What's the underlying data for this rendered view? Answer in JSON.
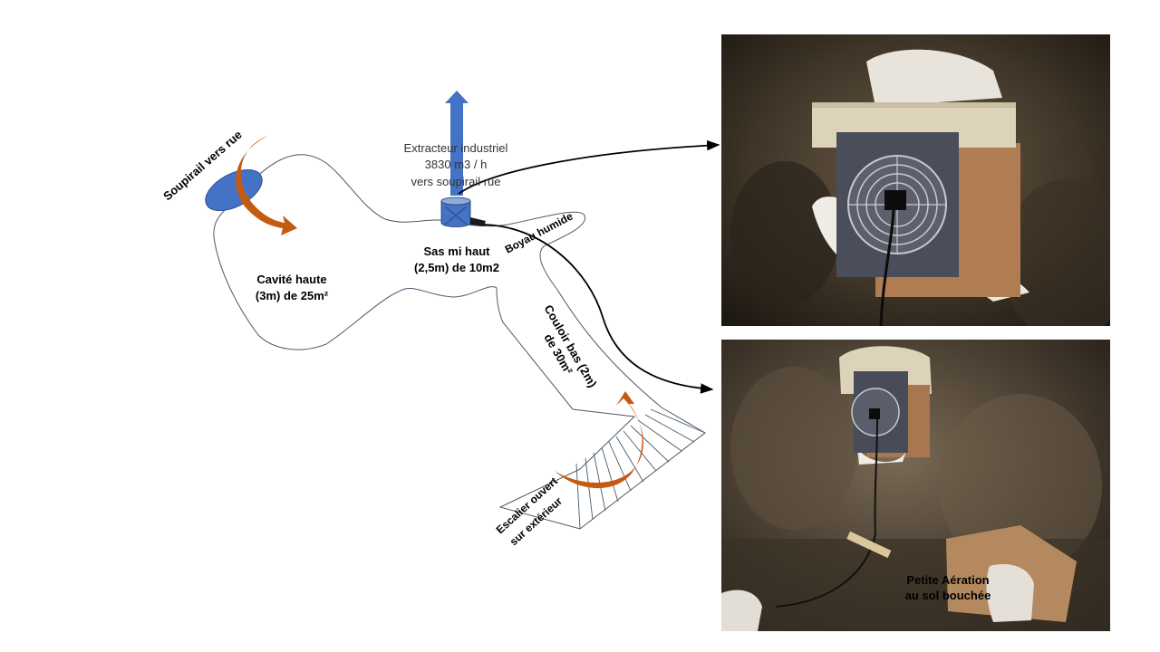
{
  "labels": {
    "soupirail": "Soupirail vers rue",
    "extracteur_line1": "Extracteur industriel",
    "extracteur_line2": "3830 m3 / h",
    "extracteur_line3": "vers soupirail rue",
    "cavite_line1": "Cavité haute",
    "cavite_line2": "(3m) de 25m²",
    "sas_line1": "Sas mi haut",
    "sas_line2": "(2,5m) de 10m2",
    "boyau": "Boyau humide",
    "couloir_line1": "Couloir bas (2m)",
    "couloir_line2": "de 30m²",
    "escalier_line1": "Escalier ouvert",
    "escalier_line2": "sur extérieur",
    "petite_aeration": "Petite Aération\nau sol bouchée"
  },
  "colors": {
    "air_arrow": "#c55a11",
    "fan": "#4472c4",
    "outline": "#4a5a6a"
  }
}
